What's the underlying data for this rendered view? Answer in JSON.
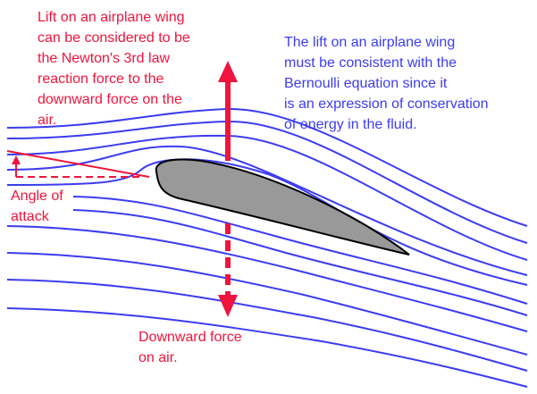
{
  "lift_newton_text": [
    "Lift on an airplane wing",
    "can be considered to be",
    "the Newton's 3rd law",
    "reaction force to the",
    "downward force on the",
    "air."
  ],
  "bernoulli_text": [
    "The lift on an airplane wing",
    "must be consistent with the",
    "Bernoulli equation since it",
    "is an expression of conservation",
    "of energy in the fluid."
  ],
  "angle_label": [
    "Angle of",
    "attack"
  ],
  "downward_label": [
    "Downward force",
    "on air."
  ],
  "colors": {
    "red": "#f0143c",
    "blue": "#3c3cf0",
    "wing": "#999999"
  }
}
